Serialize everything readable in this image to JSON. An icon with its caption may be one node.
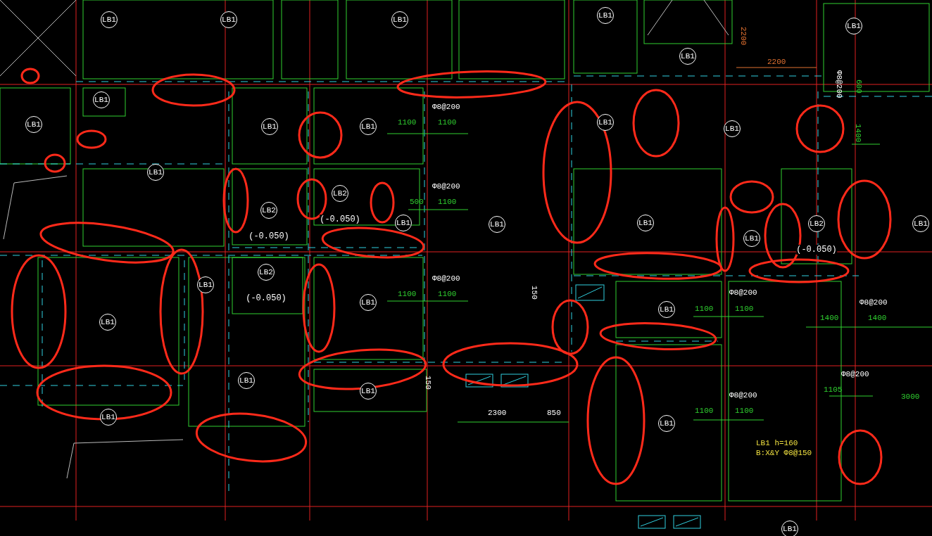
{
  "diagram": {
    "nodes": [
      {
        "text": [
          "LB1"
        ]
      },
      {
        "text": [
          "LB1"
        ]
      },
      {
        "text": [
          "LB1"
        ]
      },
      {
        "text": [
          "LB1"
        ]
      },
      {
        "text": [
          "LB1"
        ]
      },
      {
        "text": [
          "LB1"
        ]
      },
      {
        "text": [
          "LB1"
        ]
      },
      {
        "text": [
          "LB1"
        ]
      },
      {
        "text": [
          "LB1"
        ]
      },
      {
        "text": [
          "LB1"
        ]
      },
      {
        "text": [
          "LB1"
        ]
      },
      {
        "text": [
          "LB1"
        ]
      },
      {
        "text": [
          "LB1"
        ]
      },
      {
        "text": [
          "LB2"
        ],
        "beside": [
          "(-0.050)"
        ]
      },
      {
        "text": [
          "LB2"
        ],
        "beside": [
          "(-0.050)"
        ]
      },
      {
        "text": [
          "LB1"
        ]
      },
      {
        "text": [
          "LB1"
        ]
      },
      {
        "text": [
          "LB1"
        ]
      },
      {
        "text": [
          "LB2"
        ],
        "beside": [
          "(-0.050)"
        ]
      },
      {
        "text": [
          "LB1"
        ]
      },
      {
        "text": [
          "LB1"
        ]
      },
      {
        "text": [
          "LB2"
        ],
        "beside": [
          "(-0.050)"
        ]
      },
      {
        "text": [
          "LB1"
        ]
      },
      {
        "text": [
          "LB1"
        ]
      },
      {
        "text": [
          "LB1"
        ]
      },
      {
        "text": [
          "LB1"
        ]
      },
      {
        "text": [
          "LB1"
        ]
      },
      {
        "text": [
          "LB1"
        ]
      },
      {
        "text": [
          "LB1"
        ]
      },
      {
        "text": [
          "LB1"
        ]
      },
      {
        "text": [
          "LB1"
        ]
      }
    ],
    "labels": [
      "2200",
      "2200",
      "Φ8@200",
      "600",
      "1400",
      "Φ8@200",
      "1100",
      "1100",
      "Φ8@200",
      "500",
      "1100",
      "150",
      "Φ8@200",
      "1100",
      "1100",
      "Φ8@200",
      "1100",
      "1100",
      "Φ8@200",
      "1400",
      "1400",
      "Φ8@200",
      "1105",
      "150",
      "3000",
      "Φ8@200",
      "1100",
      "1100",
      "2300",
      "850",
      "LB1 h=160",
      "B:X&Y Φ8@150"
    ]
  }
}
